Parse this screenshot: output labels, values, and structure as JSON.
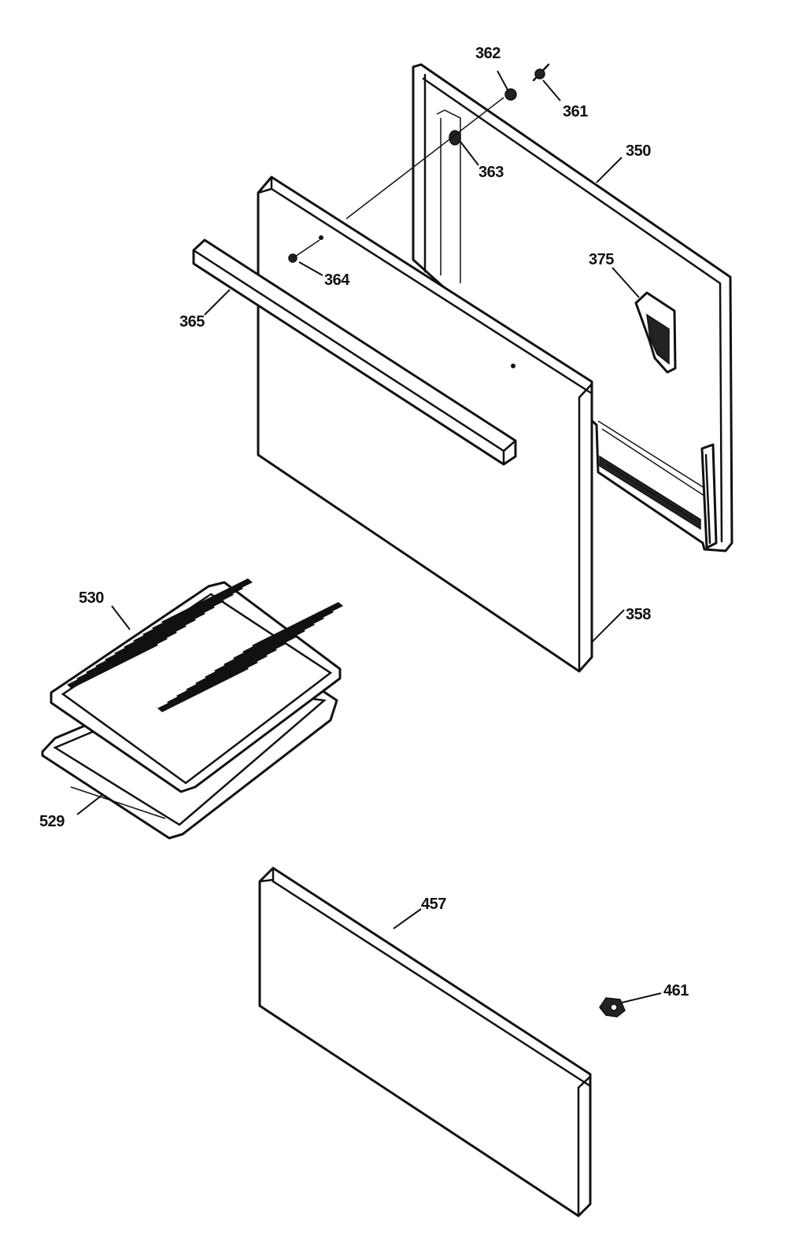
{
  "callouts": {
    "c362": "362",
    "c361": "361",
    "c363": "363",
    "c350": "350",
    "c364": "364",
    "c365": "365",
    "c375": "375",
    "c358": "358",
    "c530": "530",
    "c529": "529",
    "c457": "457",
    "c461": "461"
  },
  "footer_text": ""
}
